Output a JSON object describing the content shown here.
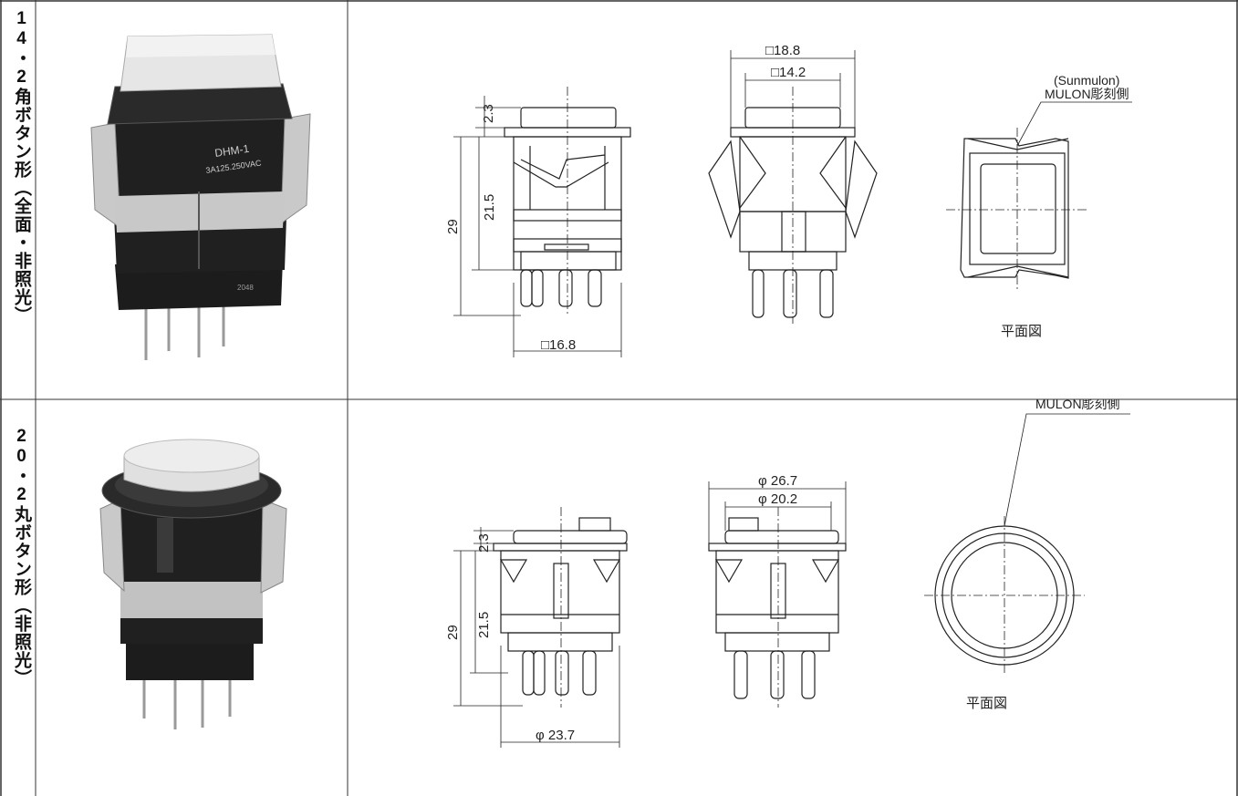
{
  "rows": [
    {
      "label": "14・2角ボタン形（全面・非照光）",
      "photo_marking_1": "DHM-1",
      "photo_marking_2": "3A125.250VAC",
      "photo_marking_3": "2048",
      "dims": {
        "top_h": "2.3",
        "body_h": "21.5",
        "total_h": "29",
        "base_w": "□16.8",
        "outer_w": "□18.8",
        "inner_w": "□14.2"
      },
      "note_1": "(Sunmulon)",
      "note_2": "MULON彫刻側",
      "caption": "平面図"
    },
    {
      "label": "20・2丸ボタン形（非照光）",
      "dims": {
        "top_h": "2.3",
        "body_h": "21.5",
        "total_h": "29",
        "base_w": "φ 23.7",
        "outer_w": "φ 26.7",
        "inner_w": "φ 20.2"
      },
      "note_2": "MULON彫刻側",
      "caption": "平面図"
    }
  ],
  "colors": {
    "grid": "#333333",
    "line": "#222222",
    "photo_dark": "#1c1c1c",
    "photo_metal": "#b8b8b8",
    "photo_cap": "#e4e4e4"
  }
}
